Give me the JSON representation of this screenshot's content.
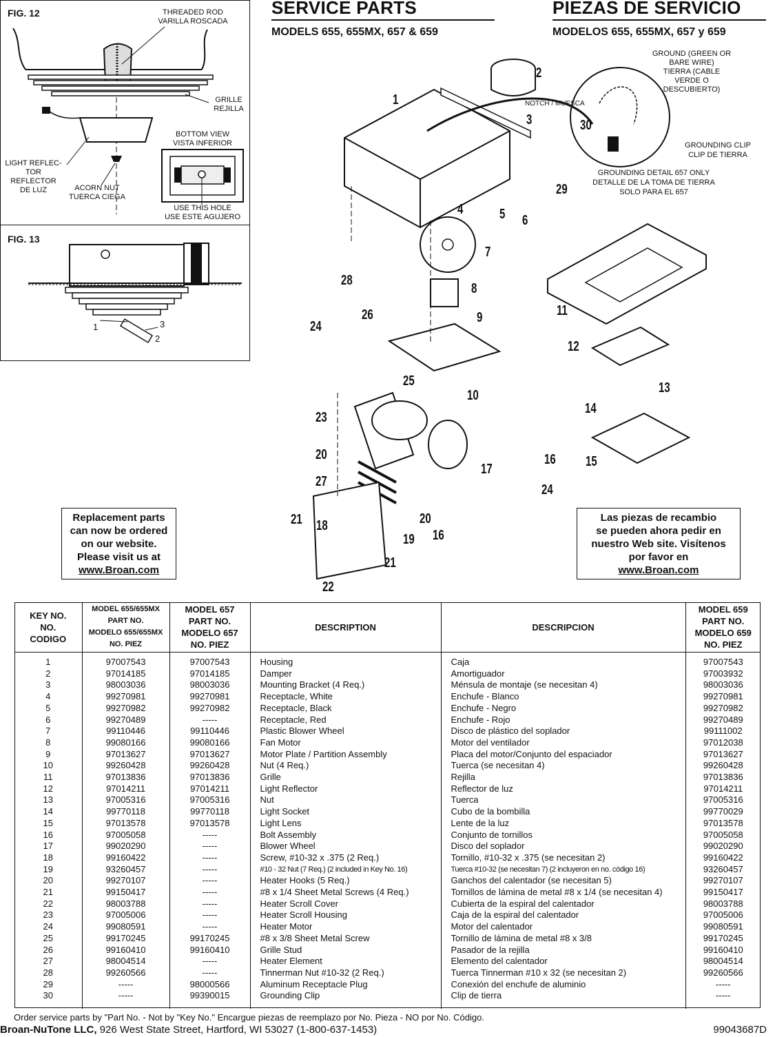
{
  "fig12": {
    "label": "FIG. 12",
    "threaded_rod": [
      "THREADED ROD",
      "VARILLA ROSCADA"
    ],
    "grille": [
      "GRILLE",
      "REJILLA"
    ],
    "bottom_view": [
      "BOTTOM VIEW",
      "VISTA INFERIOR"
    ],
    "light_reflector": [
      "LIGHT REFLEC-",
      "TOR",
      "REFLECTOR",
      "DE LUZ"
    ],
    "acorn_nut": [
      "ACORN NUT",
      "TUERCA CIEGA"
    ],
    "use_hole": [
      "USE THIS HOLE",
      "USE ESTE AGUJERO"
    ]
  },
  "fig13": {
    "label": "FIG. 13",
    "callouts": [
      "1",
      "3",
      "2"
    ]
  },
  "header": {
    "title_en": "SERVICE PARTS",
    "title_es": "PIEZAS DE SERVICIO",
    "models_en": "MODELS 655, 655MX, 657 & 659",
    "models_es": "MODELOS 655, 655MX, 657 y 659"
  },
  "diagram": {
    "ground_label": [
      "GROUND (GREEN OR",
      "BARE WIRE)",
      "TIERRA (CABLE",
      "VERDE O",
      "DESCUBIERTO)"
    ],
    "notch_label": "NOTCH / MUESCA",
    "grounding_clip_label": [
      "GROUNDING CLIP",
      "CLIP DE TIERRA"
    ],
    "grounding_detail": [
      "GROUNDING DETAIL 657 ONLY",
      "DETALLE DE LA TOMA DE TIERRA",
      "SOLO PARA EL 657"
    ],
    "numbers": [
      "1",
      "2",
      "3",
      "30",
      "29",
      "4",
      "5",
      "6",
      "7",
      "28",
      "8",
      "26",
      "9",
      "24",
      "25",
      "10",
      "11",
      "12",
      "13",
      "14",
      "15",
      "23",
      "20",
      "17",
      "16",
      "24",
      "27",
      "21",
      "18",
      "20",
      "16",
      "19",
      "21",
      "22"
    ]
  },
  "notice_en": {
    "lines": [
      "Replacement parts",
      "can now be ordered",
      "on our website.",
      "Please visit us at"
    ],
    "url": "www.Broan.com"
  },
  "notice_es": {
    "lines": [
      "Las piezas de recambio",
      "se pueden ahora pedir en",
      "nuestro Web site. Visítenos",
      "por favor en"
    ],
    "url": "www.Broan.com"
  },
  "table": {
    "headers": {
      "key": [
        "KEY NO.",
        "NO.",
        "CODIGO"
      ],
      "m655": [
        "MODEL 655/655MX",
        "PART NO.",
        "MODELO 655/655MX",
        "NO. PIEZ"
      ],
      "m657": [
        "MODEL 657",
        "PART NO.",
        "MODELO 657",
        "NO. PIEZ"
      ],
      "desc_en": "DESCRIPTION",
      "desc_es": "DESCRIPCION",
      "m659": [
        "MODEL 659",
        "PART NO.",
        "MODELO 659",
        "NO. PIEZ"
      ]
    },
    "rows": [
      {
        "key": "1",
        "m655": "97007543",
        "m657": "97007543",
        "en": "Housing",
        "es": "Caja",
        "m659": "97007543"
      },
      {
        "key": "2",
        "m655": "97014185",
        "m657": "97014185",
        "en": "Damper",
        "es": "Amortiguador",
        "m659": "97003932"
      },
      {
        "key": "3",
        "m655": "98003036",
        "m657": "98003036",
        "en": "Mounting Bracket (4 Req.)",
        "es": "Ménsula de montaje (se necesitan 4)",
        "m659": "98003036"
      },
      {
        "key": "4",
        "m655": "99270981",
        "m657": "99270981",
        "en": "Receptacle, White",
        "es": "Enchufe - Blanco",
        "m659": "99270981"
      },
      {
        "key": "5",
        "m655": "99270982",
        "m657": "99270982",
        "en": "Receptacle, Black",
        "es": "Enchufe - Negro",
        "m659": "99270982"
      },
      {
        "key": "6",
        "m655": "99270489",
        "m657": "-----",
        "en": "Receptacle, Red",
        "es": "Enchufe - Rojo",
        "m659": "99270489"
      },
      {
        "key": "7",
        "m655": "99110446",
        "m657": "99110446",
        "en": "Plastic Blower Wheel",
        "es": "Disco de plástico del soplador",
        "m659": "99111002"
      },
      {
        "key": "8",
        "m655": "99080166",
        "m657": "99080166",
        "en": "Fan Motor",
        "es": "Motor del ventilador",
        "m659": "97012038"
      },
      {
        "key": "9",
        "m655": "97013627",
        "m657": "97013627",
        "en": "Motor Plate / Partition Assembly",
        "es": "Placa del motor/Conjunto del espaciador",
        "m659": "97013627"
      },
      {
        "key": "10",
        "m655": "99260428",
        "m657": "99260428",
        "en": "Nut (4 Req.)",
        "es": "Tuerca (se necesitan 4)",
        "m659": "99260428"
      },
      {
        "key": "11",
        "m655": "97013836",
        "m657": "97013836",
        "en": "Grille",
        "es": "Rejilla",
        "m659": "97013836"
      },
      {
        "key": "12",
        "m655": "97014211",
        "m657": "97014211",
        "en": "Light Reflector",
        "es": "Reflector de luz",
        "m659": "97014211"
      },
      {
        "key": "13",
        "m655": "97005316",
        "m657": "97005316",
        "en": "Nut",
        "es": "Tuerca",
        "m659": "97005316"
      },
      {
        "key": "14",
        "m655": "99770118",
        "m657": "99770118",
        "en": "Light Socket",
        "es": "Cubo de la bombilla",
        "m659": "99770029"
      },
      {
        "key": "15",
        "m655": "97013578",
        "m657": "97013578",
        "en": "Light Lens",
        "es": "Lente de la luz",
        "m659": "97013578"
      },
      {
        "key": "16",
        "m655": "97005058",
        "m657": "-----",
        "en": "Bolt Assembly",
        "es": "Conjunto de tornillos",
        "m659": "97005058"
      },
      {
        "key": "17",
        "m655": "99020290",
        "m657": "-----",
        "en": "Blower Wheel",
        "es": "Disco del soplador",
        "m659": "99020290"
      },
      {
        "key": "18",
        "m655": "99160422",
        "m657": "-----",
        "en": "Screw, #10-32 x .375 (2 Req.)",
        "es": "Tornillo, #10-32 x .375 (se necesitan 2)",
        "m659": "99160422"
      },
      {
        "key": "19",
        "m655": "93260457",
        "m657": "-----",
        "en": "#10 - 32 Nut (7 Req.) (2 included in Key No.  16)",
        "es": "Tuerca #10-32 (se necesitan 7) (2 incluyeron en no. código 16)",
        "m659": "93260457",
        "cond": true
      },
      {
        "key": "20",
        "m655": "99270107",
        "m657": "-----",
        "en": "Heater Hooks (5 Req.)",
        "es": "Ganchos del calentador (se necesitan 5)",
        "m659": "99270107"
      },
      {
        "key": "21",
        "m655": "99150417",
        "m657": "-----",
        "en": "#8 x 1/4 Sheet Metal Screws (4 Req.)",
        "es": "Tornillos de lámina de metal #8 x 1/4 (se necesitan 4)",
        "m659": "99150417"
      },
      {
        "key": "22",
        "m655": "98003788",
        "m657": "-----",
        "en": "Heater Scroll Cover",
        "es": "Cubierta de la espiral del calentador",
        "m659": "98003788"
      },
      {
        "key": "23",
        "m655": "97005006",
        "m657": "-----",
        "en": "Heater Scroll Housing",
        "es": "Caja de la espiral del calentador",
        "m659": "97005006"
      },
      {
        "key": "24",
        "m655": "99080591",
        "m657": "-----",
        "en": "Heater Motor",
        "es": "Motor del calentador",
        "m659": "99080591"
      },
      {
        "key": "25",
        "m655": "99170245",
        "m657": "99170245",
        "en": "#8 x 3/8 Sheet Metal Screw",
        "es": "Tornillo de lámina de metal #8 x 3/8",
        "m659": "99170245"
      },
      {
        "key": "26",
        "m655": "99160410",
        "m657": "99160410",
        "en": "Grille Stud",
        "es": "Pasador de la rejilla",
        "m659": "99160410"
      },
      {
        "key": "27",
        "m655": "98004514",
        "m657": "-----",
        "en": "Heater Element",
        "es": "Elemento del calentador",
        "m659": "98004514"
      },
      {
        "key": "28",
        "m655": "99260566",
        "m657": "-----",
        "en": "Tinnerman Nut #10-32 (2 Req.)",
        "es": "Tuerca Tinnerman #10 x 32 (se necesitan 2)",
        "m659": "99260566"
      },
      {
        "key": "29",
        "m655": "-----",
        "m657": "98000566",
        "en": "Aluminum Receptacle Plug",
        "es": "Conexión del enchufe de aluminio",
        "m659": "-----"
      },
      {
        "key": "30",
        "m655": "-----",
        "m657": "99390015",
        "en": "Grounding Clip",
        "es": "Clip de tierra",
        "m659": "-----"
      }
    ]
  },
  "footer": {
    "order_note": "Order service parts by \"Part No. - Not by \"Key No.\"    Encargue piezas de reemplazo por No. Pieza - NO por No. Código.",
    "company": "Broan-NuTone LLC,",
    "address": " 926 West State Street, Hartford, WI 53027 (1-800-637-1453)",
    "doc_code": "99043687D"
  }
}
